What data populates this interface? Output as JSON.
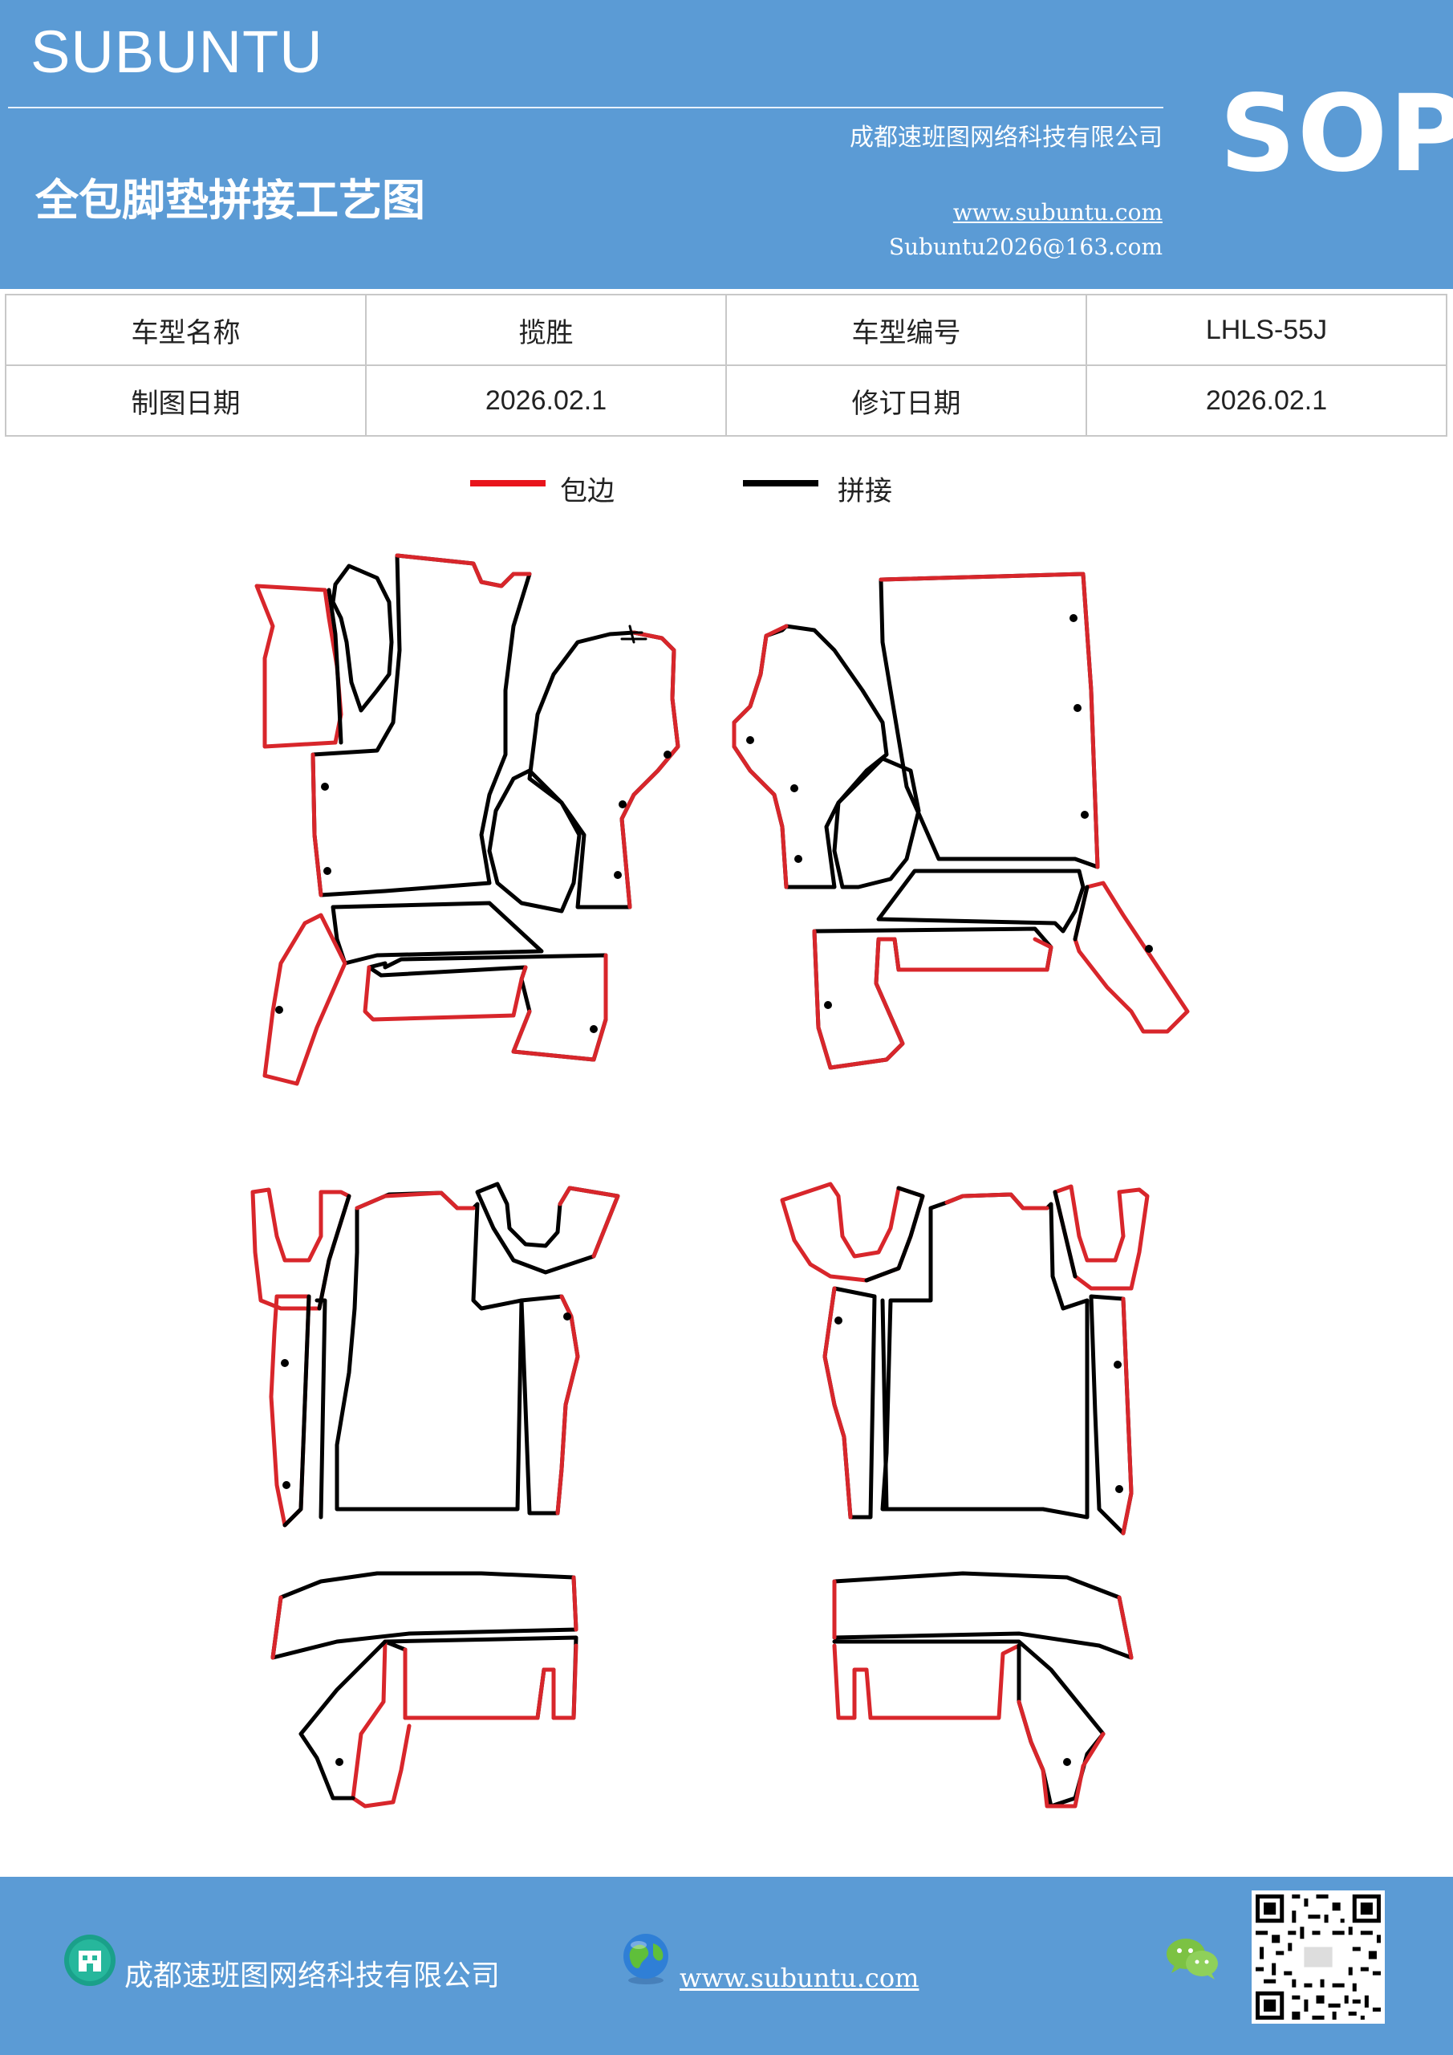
{
  "header": {
    "brand": "SUBUNTU",
    "badge": "SOP",
    "title": "全包脚垫拼接工艺图",
    "company": "成都速班图网络科技有限公司",
    "website": "www.subuntu.com",
    "email": "Subuntu2026@163.com",
    "background_color": "#5b9bd5"
  },
  "info_table": {
    "rows": [
      [
        {
          "text": "车型名称"
        },
        {
          "text": "揽胜"
        },
        {
          "text": "车型编号"
        },
        {
          "text": "LHLS-55J"
        }
      ],
      [
        {
          "text": "制图日期"
        },
        {
          "text": "2026.02.1"
        },
        {
          "text": "修订日期"
        },
        {
          "text": "2026.02.1"
        }
      ]
    ]
  },
  "legend": [
    {
      "label": "包边",
      "color": "#e8141b"
    },
    {
      "label": "拼接",
      "color": "#000000"
    }
  ],
  "footer": {
    "company": "成都速班图网络科技有限公司",
    "website": "www.subuntu.com",
    "icons": [
      "building-icon",
      "globe-icon",
      "wechat-icon",
      "qr-code"
    ]
  }
}
